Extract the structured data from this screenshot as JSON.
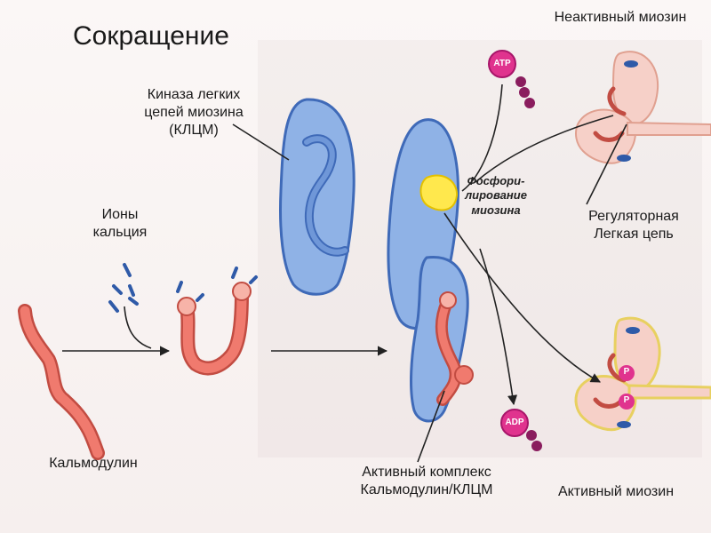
{
  "title": "Сокращение",
  "labels": {
    "kinase": [
      "Киназа легких",
      "цепей миозина",
      "(КЛЦМ)"
    ],
    "calcium": [
      "Ионы",
      "кальция"
    ],
    "calmodulin": "Кальмодулин",
    "active_complex": [
      "Активный комплекс",
      "Кальмодулин/КЛЦМ"
    ],
    "phosphorylation": [
      "Фосфори-",
      "лирование",
      "миозина"
    ],
    "inactive_myosin": "Неактивный миозин",
    "regulatory_chain": [
      "Регуляторная",
      "Легкая цепь"
    ],
    "active_myosin": "Активный миозин"
  },
  "badges": {
    "atp": "ATP",
    "adp": "ADP",
    "phosphate": "P"
  },
  "colors": {
    "calmodulin": "#f07a6e",
    "kinase": "#6f97d8",
    "myosin": "#f6d0c8",
    "phosphorylation": "#ffe84d",
    "atp": "#e0338e",
    "calcium": "#2f5aa8"
  }
}
